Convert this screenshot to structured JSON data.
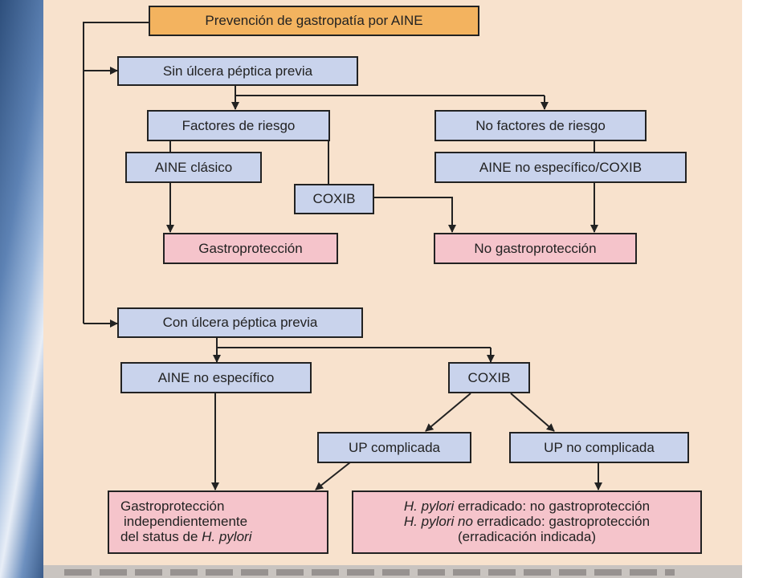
{
  "flowchart": {
    "title": "Prevención de gastropatía por AINE",
    "no_prior_ulcer": "Sin úlcera péptica previa",
    "risk_factors": "Factores de riesgo",
    "no_risk_factors": "No factores de riesgo",
    "classic_nsaid": "AINE clásico",
    "coxib_1": "COXIB",
    "nonspecific_or_coxib": "AINE no específico/COXIB",
    "gastroprotection": "Gastroprotección",
    "no_gastroprotection": "No gastroprotección",
    "prior_ulcer": "Con úlcera péptica previa",
    "nonspecific_nsaid": "AINE no específico",
    "coxib_2": "COXIB",
    "complicated_pu": "UP complicada",
    "uncomplicated_pu": "UP no complicada",
    "result_left": {
      "line1": "Gastroprotección",
      "line2": "independientemente",
      "line3a": "del status de ",
      "line3b": "H. pylori"
    },
    "result_right": {
      "l1_it": "H. pylori",
      "l1_rest": " erradicado: no gastroprotección",
      "l2_it1": "H. pylori",
      "l2_it2": " no",
      "l2_rest": " erradicado: gastroprotección",
      "line3": "(erradicación indicada)"
    }
  },
  "colors": {
    "panel_background": "#f8e2cd",
    "question_box": "#c9d3ec",
    "outcome_box": "#f5c4cb",
    "title_box": "#f3b35f"
  }
}
